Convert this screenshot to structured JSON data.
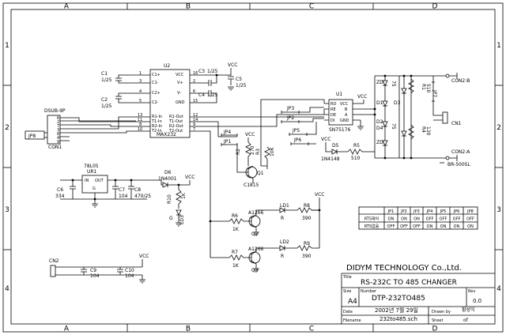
{
  "border": {
    "columns": [
      "A",
      "B",
      "C",
      "D"
    ],
    "rows": [
      "1",
      "2",
      "3",
      "4"
    ]
  },
  "parts": {
    "u2": {
      "ref": "U2",
      "name": "MAX232",
      "pins_left": [
        "C1+",
        "C1-",
        "C2+",
        "C2-",
        "R1-In",
        "R1-Out",
        "T1-In",
        "T1-Out",
        "R2-In",
        "R2-Out",
        "T2-In",
        "T2-Out"
      ],
      "pins_right": [
        "VCC",
        "V+",
        "V-",
        "GND"
      ],
      "nums_left": [
        "1",
        "3",
        "4",
        "5",
        "13",
        "12",
        "11",
        "14",
        "8",
        "9",
        "10",
        "7"
      ],
      "nums_right": [
        "16",
        "2",
        "6",
        "15"
      ]
    },
    "u1": {
      "ref": "U1",
      "name": "SN75176",
      "pins": [
        "RO",
        "RE",
        "DE",
        "DI",
        "VCC",
        "B",
        "A",
        "GND"
      ]
    },
    "c1": {
      "ref": "C1",
      "value": "1/25"
    },
    "c2": {
      "ref": "C2",
      "value": "1/25"
    },
    "c3": {
      "ref": "C3",
      "value": "1/25"
    },
    "c4": {
      "ref": "C4",
      "value": "1/25"
    },
    "c5": {
      "ref": "C5",
      "value": "1/25"
    },
    "c6": {
      "ref": "C6",
      "value": "334"
    },
    "c7": {
      "ref": "C7",
      "value": "104"
    },
    "c8": {
      "ref": "C8",
      "value": "470/25"
    },
    "c9": {
      "ref": "C9",
      "value": "104"
    },
    "c10": {
      "ref": "C10",
      "value": "104"
    },
    "ur1": {
      "ref": "UR1",
      "name": "78L05",
      "pins": [
        "IN",
        "OUT",
        "G"
      ]
    },
    "d6": {
      "ref": "D6",
      "value": "1N4001"
    },
    "d5": {
      "ref": "D5",
      "value": "1N4148"
    },
    "r10": {
      "ref": "R10",
      "value": "1K"
    },
    "ld3": {
      "ref": "LD3",
      "color": "G"
    },
    "r2": {
      "ref": "R2",
      "value": "270"
    },
    "r3": {
      "ref": "R3",
      "value": "10K"
    },
    "q1": {
      "ref": "Q1",
      "value": "C1815"
    },
    "r5": {
      "ref": "R5",
      "value": "510"
    },
    "r6": {
      "ref": "R6",
      "value": "1K"
    },
    "r7": {
      "ref": "R7",
      "value": "1K"
    },
    "q2": {
      "ref": "Q2",
      "value": "A1266"
    },
    "q3": {
      "ref": "Q3",
      "value": "A1266"
    },
    "ld1": {
      "ref": "LD1",
      "color": "R"
    },
    "ld2": {
      "ref": "LD2",
      "color": "R"
    },
    "r8": {
      "ref": "R8",
      "value": "390"
    },
    "r9": {
      "ref": "R9",
      "value": "390"
    },
    "zd1": {
      "ref": "ZD1"
    },
    "zd2": {
      "ref": "ZD2"
    },
    "d1": {
      "ref": "D1"
    },
    "d2": {
      "ref": "D2"
    },
    "d3": {
      "ref": "D3"
    },
    "d4": {
      "ref": "D4"
    },
    "r75a": {
      "value": "75"
    },
    "r75b": {
      "value": "75"
    },
    "r1": {
      "ref": "R1",
      "value": "510"
    },
    "r4": {
      "ref": "R4",
      "value": "120"
    },
    "jp7": {
      "ref": "JP7"
    },
    "con1": {
      "ref": "CON1",
      "name": "DSUB-9P"
    },
    "jp8": {
      "ref": "JP8"
    },
    "cn1": {
      "ref": "CN1"
    },
    "cn2": {
      "ref": "CN2"
    },
    "con2b": {
      "ref": "CON2:B"
    },
    "con2a": {
      "ref": "CON2:A"
    },
    "br": {
      "ref": "BR-500SL"
    },
    "jp1": {
      "ref": "JP1"
    },
    "jp2": {
      "ref": "JP2"
    },
    "jp3": {
      "ref": "JP3"
    },
    "jp4": {
      "ref": "JP4"
    },
    "jp5": {
      "ref": "JP5"
    },
    "jp6": {
      "ref": "JP6"
    }
  },
  "vcc_label": "VCC",
  "jumper_table": {
    "headers": [
      "",
      "JP1",
      "JP2",
      "JP3",
      "JP4",
      "JP5",
      "JP6",
      "JP8"
    ],
    "rows": [
      [
        "RTS제어",
        "ON",
        "ON",
        "ON",
        "OFF",
        "OFF",
        "OFF",
        "OFF"
      ],
      [
        "RTS없음",
        "OFF",
        "OFF",
        "OFF",
        "ON",
        "ON",
        "ON",
        "ON"
      ]
    ]
  },
  "title_block": {
    "company": "DIDYM TECHNOLOGY Co.,Ltd.",
    "title_label": "Title",
    "title": "RS-232C TO 485 CHANGER",
    "size_label": "Size",
    "size": "A4",
    "number_label": "Number",
    "number": "DTP-232TO485",
    "rev_label": "Rev",
    "rev": "0.0",
    "date_label": "Date",
    "date": "2002년 7월 29일",
    "drawn_label": "Drawn by",
    "drawn": "황성익",
    "file_label": "Filename",
    "file": "232to485.sch",
    "sheet_label": "Sheet",
    "sheet": "of"
  }
}
